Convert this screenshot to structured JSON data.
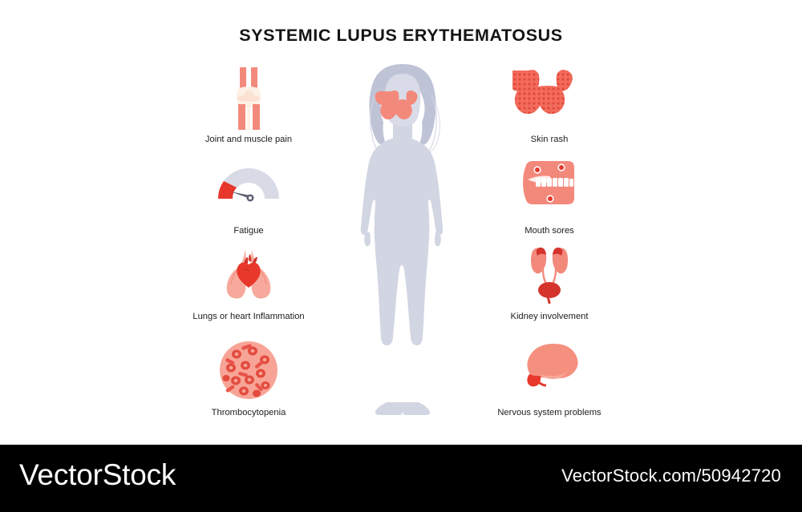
{
  "page": {
    "title": "SYSTEMIC LUPUS ERYTHEMATOSUS",
    "background": "#ffffff"
  },
  "palette": {
    "salmon": "#F3897B",
    "salmon_light": "#F7A99C",
    "salmon_pale": "#FAC0B4",
    "red": "#E8372B",
    "red_deep": "#D4342C",
    "cream": "#FDF0E4",
    "body_gray": "#D2D5E2",
    "hair_gray": "#BFC3D6",
    "gauge_gray": "#D8DAE6",
    "text": "#1d1d1d",
    "footer_bg": "#000000",
    "footer_text": "#ffffff"
  },
  "symptoms": {
    "left": [
      {
        "id": "joint-and-muscle-pain",
        "label": "Joint and muscle pain",
        "icon": "knee-joint-icon"
      },
      {
        "id": "fatigue",
        "label": "Fatigue",
        "icon": "gauge-icon"
      },
      {
        "id": "lungs-or-heart-inflammation",
        "label": "Lungs or heart Inflammation",
        "icon": "lungs-heart-icon"
      },
      {
        "id": "thrombocytopenia",
        "label": "Thrombocytopenia",
        "icon": "blood-cells-icon"
      }
    ],
    "right": [
      {
        "id": "skin-rash",
        "label": "Skin rash",
        "icon": "butterfly-rash-icon"
      },
      {
        "id": "mouth-sores",
        "label": "Mouth sores",
        "icon": "mouth-icon"
      },
      {
        "id": "kidney-involvement",
        "label": "Kidney involvement",
        "icon": "kidneys-icon"
      },
      {
        "id": "nervous-system-problems",
        "label": "Nervous system problems",
        "icon": "brain-icon"
      }
    ]
  },
  "figure": {
    "name": "female-body-silhouette",
    "highlight": "malar-butterfly-rash-on-face"
  },
  "footer": {
    "brand": "VectorStock",
    "url": "VectorStock.com/50942720"
  }
}
